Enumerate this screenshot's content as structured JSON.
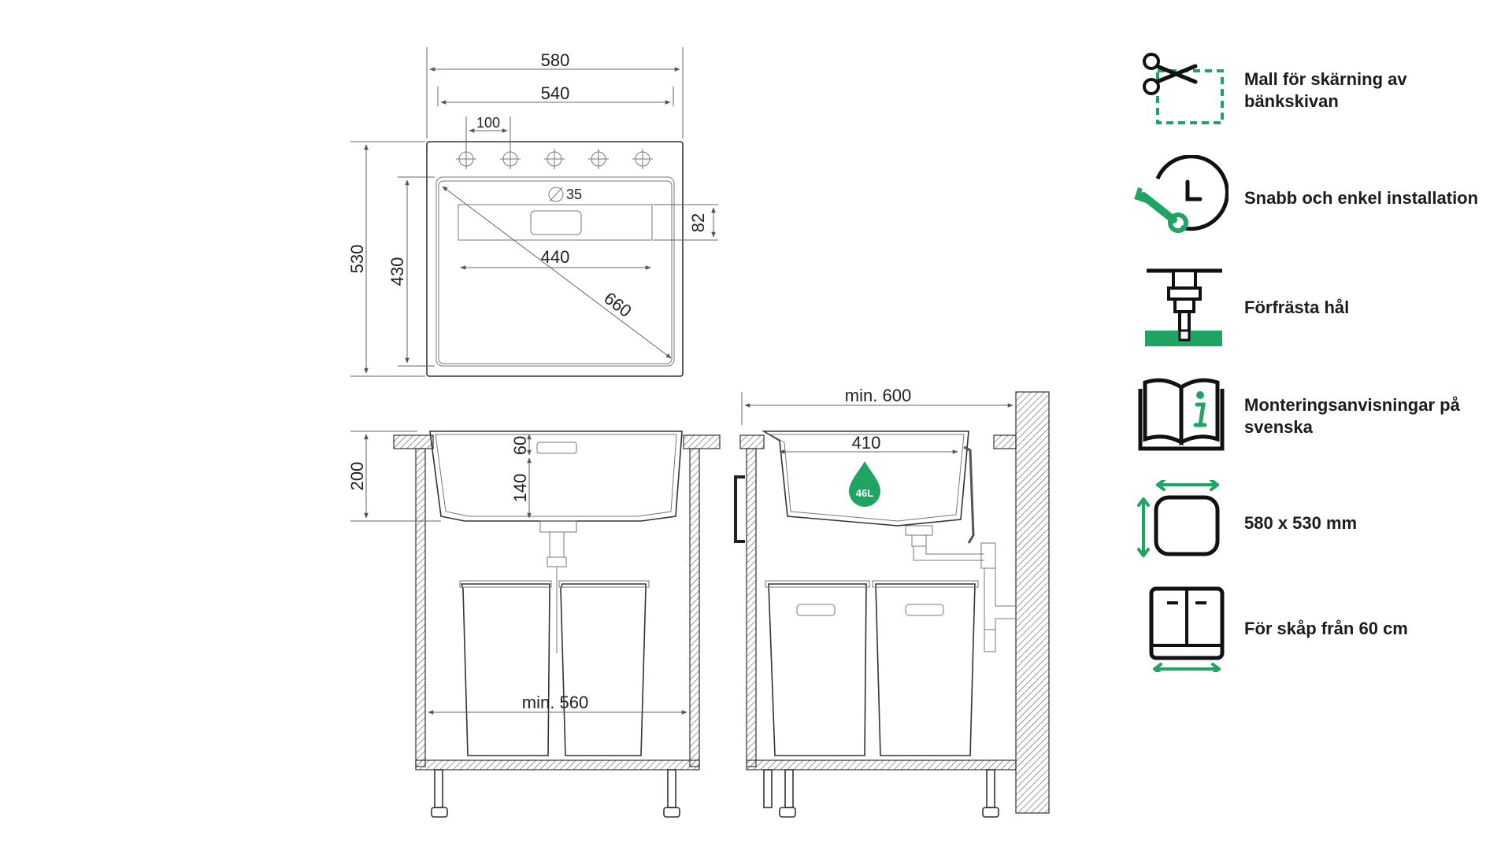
{
  "top_view": {
    "width_outer": "580",
    "width_inner": "540",
    "hole_spacing": "100",
    "height_outer": "530",
    "height_inner": "430",
    "drain_diameter": "35",
    "overflow_height": "82",
    "bowl_width": "440",
    "diagonal": "660"
  },
  "front_view": {
    "depth_total": "200",
    "rim_depth": "60",
    "bowl_depth": "140",
    "cabinet_min_width": "min. 560"
  },
  "side_view": {
    "cabinet_min_depth": "min. 600",
    "bowl_length": "410",
    "volume": "46L"
  },
  "features": [
    {
      "icon": "scissors-template-icon",
      "text": "Mall för skärning av bänkskivan"
    },
    {
      "icon": "clock-wrench-icon",
      "text": "Snabb och enkel installation"
    },
    {
      "icon": "drill-icon",
      "text": "Förfrästa hål"
    },
    {
      "icon": "manual-book-icon",
      "text": "Monteringsanvisningar på svenska"
    },
    {
      "icon": "dimensions-icon",
      "text": "580 x 530 mm"
    },
    {
      "icon": "cabinet-icon",
      "text": "För skåp från 60 cm"
    }
  ],
  "colors": {
    "accent": "#1fa463",
    "line": "#333333",
    "text": "#1c1c1c"
  }
}
